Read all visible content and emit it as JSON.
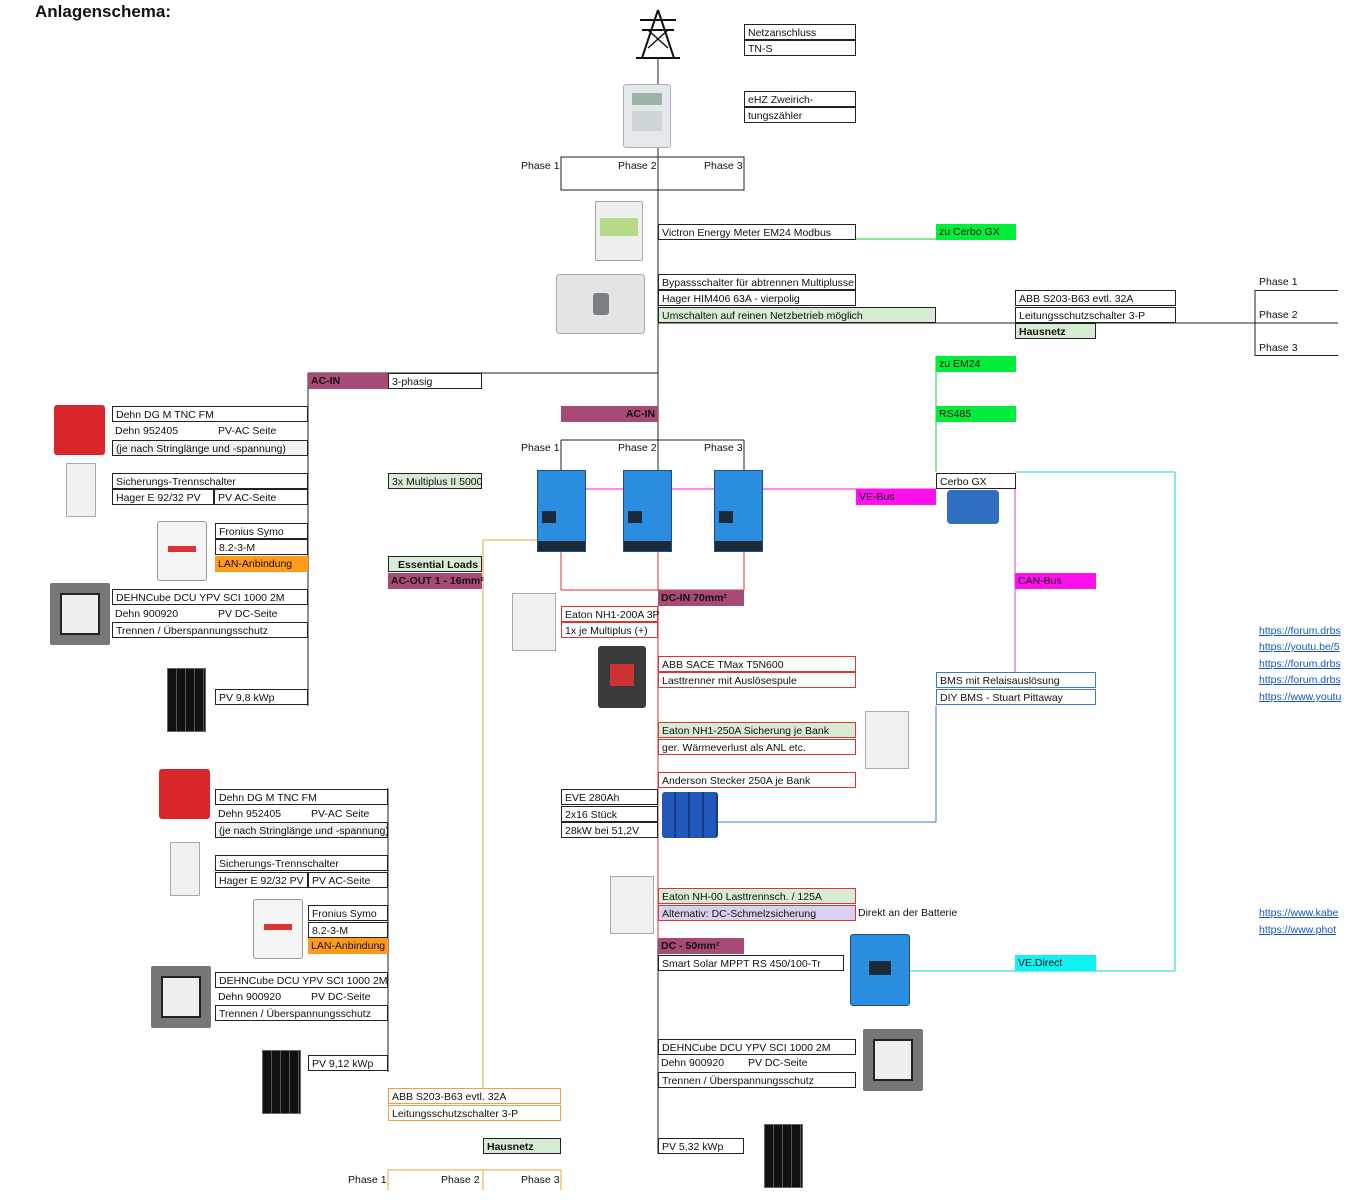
{
  "title": "Anlagenschema:",
  "grid": {
    "label": "Netzanschluss",
    "type": "TN-S"
  },
  "meter": {
    "line1": "eHZ Zweirich-",
    "line2": "tungszähler"
  },
  "phases": {
    "p1": "Phase 1",
    "p2": "Phase 2",
    "p3": "Phase 3"
  },
  "em24": {
    "label": "Victron Energy Meter EM24 Modbus",
    "tag": "zu Cerbo GX"
  },
  "bypass": {
    "line1": "Bypassschalter für abtrennen Multiplusse",
    "line2": "Hager HIM406 63A - vierpolig",
    "line3": "Umschalten auf reinen Netzbetrieb möglich"
  },
  "house_breaker_top": {
    "line1": "ABB S203-B63 evtl. 32A",
    "line2": "Leitungsschutzschalter 3-P",
    "tag": "Hausnetz"
  },
  "acin_left": {
    "tag": "AC-IN",
    "label": "3-phasig"
  },
  "acin_center": {
    "tag": "AC-IN"
  },
  "tags": {
    "zu_em24": "zu EM24",
    "rs485": "RS485",
    "vebus": "VE-Bus",
    "canbus": "CAN-Bus",
    "vedirect": "VE.Direct"
  },
  "multiplus": {
    "label": "3x Multiplus II 5000"
  },
  "cerbo": {
    "label": "Cerbo GX"
  },
  "essential": {
    "line1": "Essential Loads",
    "line2": "AC-OUT 1 - 16mm²"
  },
  "dcin": {
    "tag": "DC-IN 70mm²"
  },
  "pv1": {
    "spd_ac": {
      "line1": "Dehn DG M TNC FM",
      "line2": "Dehn 952405",
      "side": "PV-AC Seite",
      "line3": "(je nach Stringlänge und -spannung)"
    },
    "fuse": {
      "line1": "Sicherungs-Trennschalter",
      "line2": "Hager E 92/32 PV",
      "side": "PV AC-Seite"
    },
    "inverter": {
      "line1": "Fronius Symo",
      "line2": "8.2-3-M",
      "lan": "LAN-Anbindung"
    },
    "spd_dc": {
      "line1": "DEHNCube DCU YPV SCI 1000 2M",
      "line2": "Dehn 900920",
      "side": "PV DC-Seite",
      "line3": "Trennen / Überspannungsschutz"
    },
    "panel": "PV 9,8 kWp"
  },
  "pv2": {
    "spd_ac": {
      "line1": "Dehn DG M TNC FM",
      "line2": "Dehn 952405",
      "side": "PV-AC Seite",
      "line3": "(je nach Stringlänge und -spannung)"
    },
    "fuse": {
      "line1": "Sicherungs-Trennschalter",
      "line2": "Hager E 92/32 PV",
      "side": "PV AC-Seite"
    },
    "inverter": {
      "line1": "Fronius Symo",
      "line2": "8.2-3-M",
      "lan": "LAN-Anbindung"
    },
    "spd_dc": {
      "line1": "DEHNCube DCU YPV SCI 1000 2M",
      "line2": "Dehn 900920",
      "side": "PV DC-Seite",
      "line3": "Trennen / Überspannungsschutz"
    },
    "panel": "PV 9,12 kWp"
  },
  "eaton200": {
    "line1": "Eaton NH1-200A 3P",
    "line2": "1x je Multiplus (+)"
  },
  "abb_tmax": {
    "line1": "ABB SACE TMax T5N600",
    "line2": "Lasttrenner mit Auslösespule"
  },
  "bms": {
    "line1": "BMS mit Relaisauslösung",
    "line2": "DIY BMS - Stuart Pittaway"
  },
  "eaton250": {
    "line1": "Eaton NH1-250A Sicherung je Bank",
    "line2": "ger. Wärmeverlust als ANL etc."
  },
  "anderson": {
    "label": "Anderson Stecker 250A je Bank"
  },
  "battery": {
    "line1": "EVE 280Ah",
    "line2": "2x16 Stück",
    "line3": "28kW bei 51,2V"
  },
  "eaton_nh00": {
    "line1": "Eaton NH-00 Lasttrennsch. / 125A",
    "line2": "Alternativ: DC-Schmelzsicherung",
    "note": "Direkt an der Batterie"
  },
  "mppt": {
    "tag": "DC - 50mm²",
    "label": "Smart Solar MPPT RS 450/100-Tr"
  },
  "spd_dc3": {
    "line1": "DEHNCube DCU YPV SCI 1000 2M",
    "line2": "Dehn 900920",
    "side": "PV DC-Seite",
    "line3": "Trennen / Überspannungsschutz"
  },
  "pv3": {
    "panel": "PV 5,32 kWp"
  },
  "house_breaker_bottom": {
    "line1": "ABB S203-B63 evtl. 32A",
    "line2": "Leitungsschutzschalter 3-P",
    "tag": "Hausnetz"
  },
  "links": [
    "https://forum.drbs",
    "https://youtu.be/5",
    "https://forum.drbs",
    "https://forum.drbs",
    "https://www.youtu",
    "https://www.kabe",
    "https://www.phot"
  ],
  "colors": {
    "green": "#00ee3a",
    "magenta": "#ff10ee",
    "cyan": "#13f2f2",
    "plum": "#a84a76",
    "orange": "#ff9b1a",
    "red": "#d33",
    "blue": "#3a78c8"
  }
}
